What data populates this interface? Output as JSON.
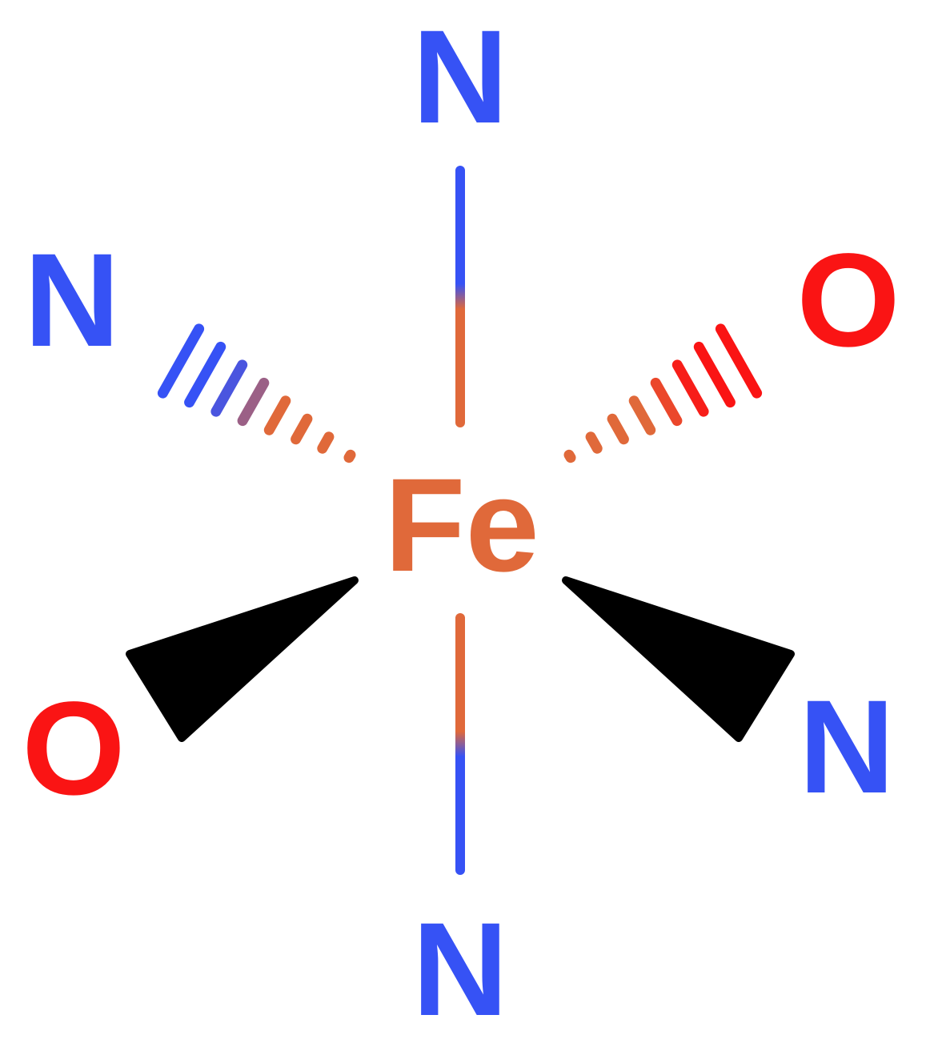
{
  "molecule": {
    "center": {
      "symbol": "Fe"
    },
    "ligands": [
      {
        "id": "top",
        "symbol": "N",
        "bond": "plain"
      },
      {
        "id": "upper-left",
        "symbol": "N",
        "bond": "hashed-wedge"
      },
      {
        "id": "upper-right",
        "symbol": "O",
        "bond": "hashed-wedge"
      },
      {
        "id": "lower-left",
        "symbol": "O",
        "bond": "solid-wedge"
      },
      {
        "id": "lower-right",
        "symbol": "N",
        "bond": "solid-wedge"
      },
      {
        "id": "bottom",
        "symbol": "N",
        "bond": "plain"
      }
    ]
  },
  "colors": {
    "Fe": "#e0693a",
    "N": "#3652f5",
    "O": "#fa1414",
    "wedge": "#000000"
  }
}
